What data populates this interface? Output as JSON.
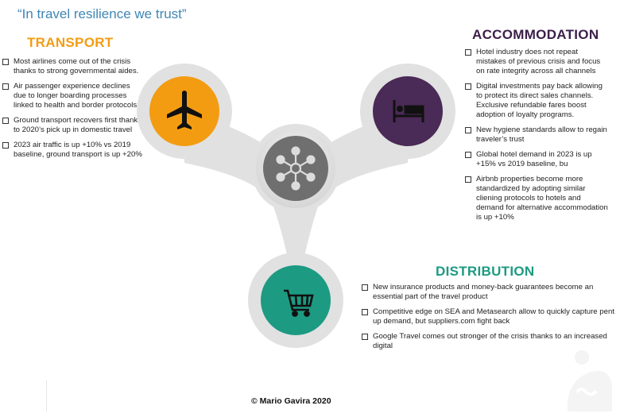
{
  "title": "“In travel resilience we trust”",
  "transport": {
    "heading": "TRANSPORT",
    "color": "#f39c12",
    "icon": "airplane-icon",
    "items": [
      "Most airlines come out of the crisis thanks to strong governmental aides.",
      "Air passenger experience declines due to longer boarding processes linked to health and border protocols",
      "Ground transport recovers first thanks to 2020’s pick up in domestic travel",
      "2023 air traffic is up +10% vs 2019 baseline,  ground transport is up +20%"
    ]
  },
  "accommodation": {
    "heading": "ACCOMMODATION",
    "color": "#4a2a56",
    "icon": "bed-icon",
    "items": [
      "Hotel industry does not repeat mistakes of previous crisis and focus on rate integrity across all channels",
      "Digital investments pay back allowing to protect its direct sales channels. Exclusive refundable fares boost adoption of  loyalty programs.",
      "New hygiene standards allow to regain traveler’s trust",
      "Global hotel demand in 2023 is up +15% vs 2019 baseline, bu",
      "Airbnb properties become more standardized by adopting similar cliening protocols to hotels and demand for alternative accommodation is up +10%"
    ]
  },
  "distribution": {
    "heading": "DISTRIBUTION",
    "color": "#1d9a82",
    "icon": "shopping-cart-icon",
    "items": [
      "New insurance products and money-back guarantees become an essential part of the travel product",
      "Competitive edge on SEA and Metasearch allow to quickly capture pent up demand, but suppliers.com fight back",
      "Google Travel comes out stronger of the crisis thanks to an increased digital"
    ]
  },
  "center": {
    "color": "#6f6f6f",
    "icon": "network-hub-icon"
  },
  "footer": "© Mario Gavira 2020"
}
